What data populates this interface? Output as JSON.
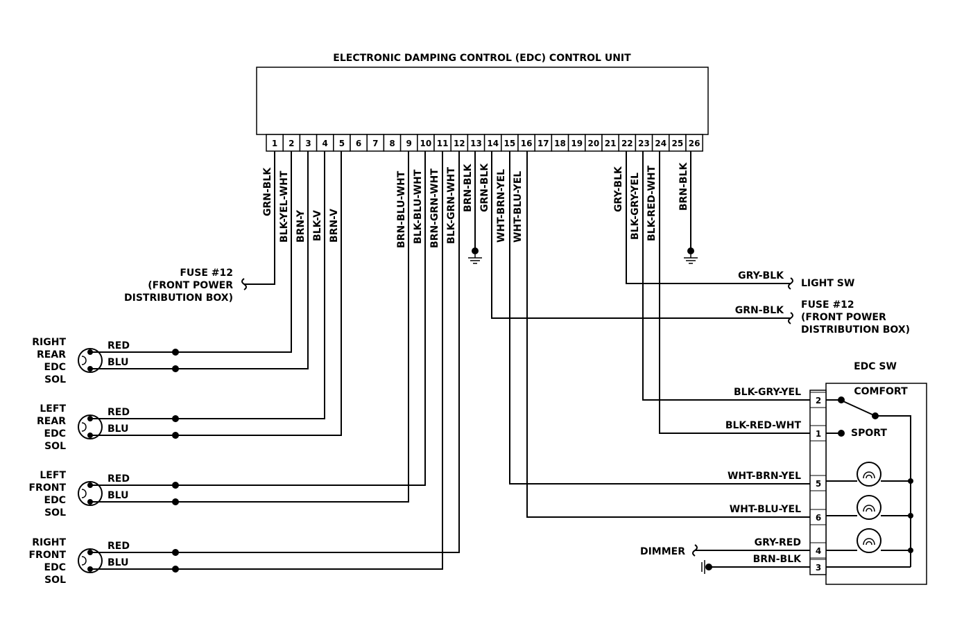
{
  "title": "ELECTRONIC DAMPING CONTROL (EDC) CONTROL UNIT",
  "pins": [
    "1",
    "2",
    "3",
    "4",
    "5",
    "6",
    "7",
    "8",
    "9",
    "10",
    "11",
    "12",
    "13",
    "14",
    "15",
    "16",
    "17",
    "18",
    "19",
    "20",
    "21",
    "22",
    "23",
    "24",
    "25",
    "26"
  ],
  "pin_wires": {
    "p1": "GRN-BLK",
    "p2": "BLK-YEL-WHT",
    "p3": "BRN-Y",
    "p4": "BLK-V",
    "p5": "BRN-V",
    "p9": "BRN-BLU-WHT",
    "p10": "BLK-BLU-WHT",
    "p11": "BRN-GRN-WHT",
    "p12": "BLK-GRN-WHT",
    "p13": "BRN-BLK",
    "p14": "GRN-BLK",
    "p15": "WHT-BRN-YEL",
    "p16": "WHT-BLU-YEL",
    "p22": "GRY-BLK",
    "p23": "BLK-GRY-YEL",
    "p24": "BLK-RED-WHT",
    "p26": "BRN-BLK"
  },
  "left_fuse": [
    "FUSE #12",
    "(FRONT POWER",
    "DISTRIBUTION BOX)"
  ],
  "right_fuse": [
    "FUSE #12",
    "(FRONT POWER",
    "DISTRIBUTION BOX)"
  ],
  "solenoids": [
    {
      "lines": [
        "RIGHT",
        "REAR",
        "EDC",
        "SOL"
      ],
      "w1": "RED",
      "w2": "BLU"
    },
    {
      "lines": [
        "LEFT",
        "REAR",
        "EDC",
        "SOL"
      ],
      "w1": "RED",
      "w2": "BLU"
    },
    {
      "lines": [
        "LEFT",
        "FRONT",
        "EDC",
        "SOL"
      ],
      "w1": "RED",
      "w2": "BLU"
    },
    {
      "lines": [
        "RIGHT",
        "FRONT",
        "EDC",
        "SOL"
      ],
      "w1": "RED",
      "w2": "BLU"
    }
  ],
  "right_wires": {
    "light_sw_wire": "GRY-BLK",
    "light_sw": "LIGHT SW",
    "fuse_wire": "GRN-BLK",
    "sw_pin2_wire": "BLK-GRY-YEL",
    "sw_pin1_wire": "BLK-RED-WHT",
    "sw_pin5_wire": "WHT-BRN-YEL",
    "sw_pin6_wire": "WHT-BLU-YEL",
    "sw_pin4_wire": "GRY-RED",
    "sw_pin3_wire": "BRN-BLK",
    "dimmer": "DIMMER"
  },
  "edc_switch": {
    "title": "EDC SW",
    "comfort": "COMFORT",
    "sport": "SPORT",
    "pins": [
      "2",
      "1",
      "5",
      "6",
      "4",
      "3"
    ]
  },
  "colors": {
    "line": "#000000",
    "background": "#ffffff"
  }
}
